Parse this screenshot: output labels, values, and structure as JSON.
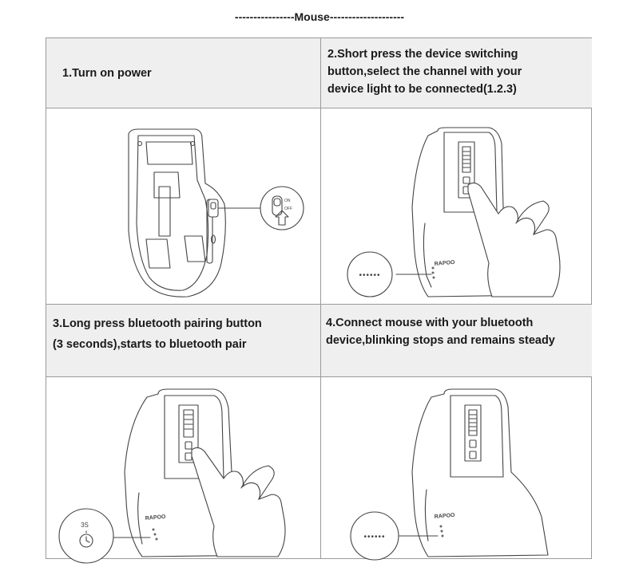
{
  "page": {
    "title": "----------------Mouse--------------------"
  },
  "steps": [
    {
      "text": "1.Turn on power"
    },
    {
      "text": "2.Short press the device switching\nbutton,select the channel with your\ndevice light to be connected(1.2.3)"
    },
    {
      "text": "3.Long press bluetooth pairing button\n(3 seconds),starts to bluetooth pair"
    },
    {
      "text": "4.Connect mouse with your bluetooth\ndevice,blinking stops and remains steady"
    }
  ],
  "illustrations": {
    "power": {
      "icon": "mouse-underside-power-switch",
      "switch_labels": [
        "ON",
        "OFF"
      ]
    },
    "channel": {
      "icon": "mouse-top-finger-press",
      "brand": "RAPOO",
      "indicator": "••••••"
    },
    "pair": {
      "icon": "mouse-top-long-press",
      "brand": "RAPOO",
      "timer_label": "3S",
      "timer_icon": "stopwatch-icon"
    },
    "connect": {
      "icon": "mouse-top-steady",
      "brand": "RAPOO",
      "indicator": "••••••"
    }
  }
}
